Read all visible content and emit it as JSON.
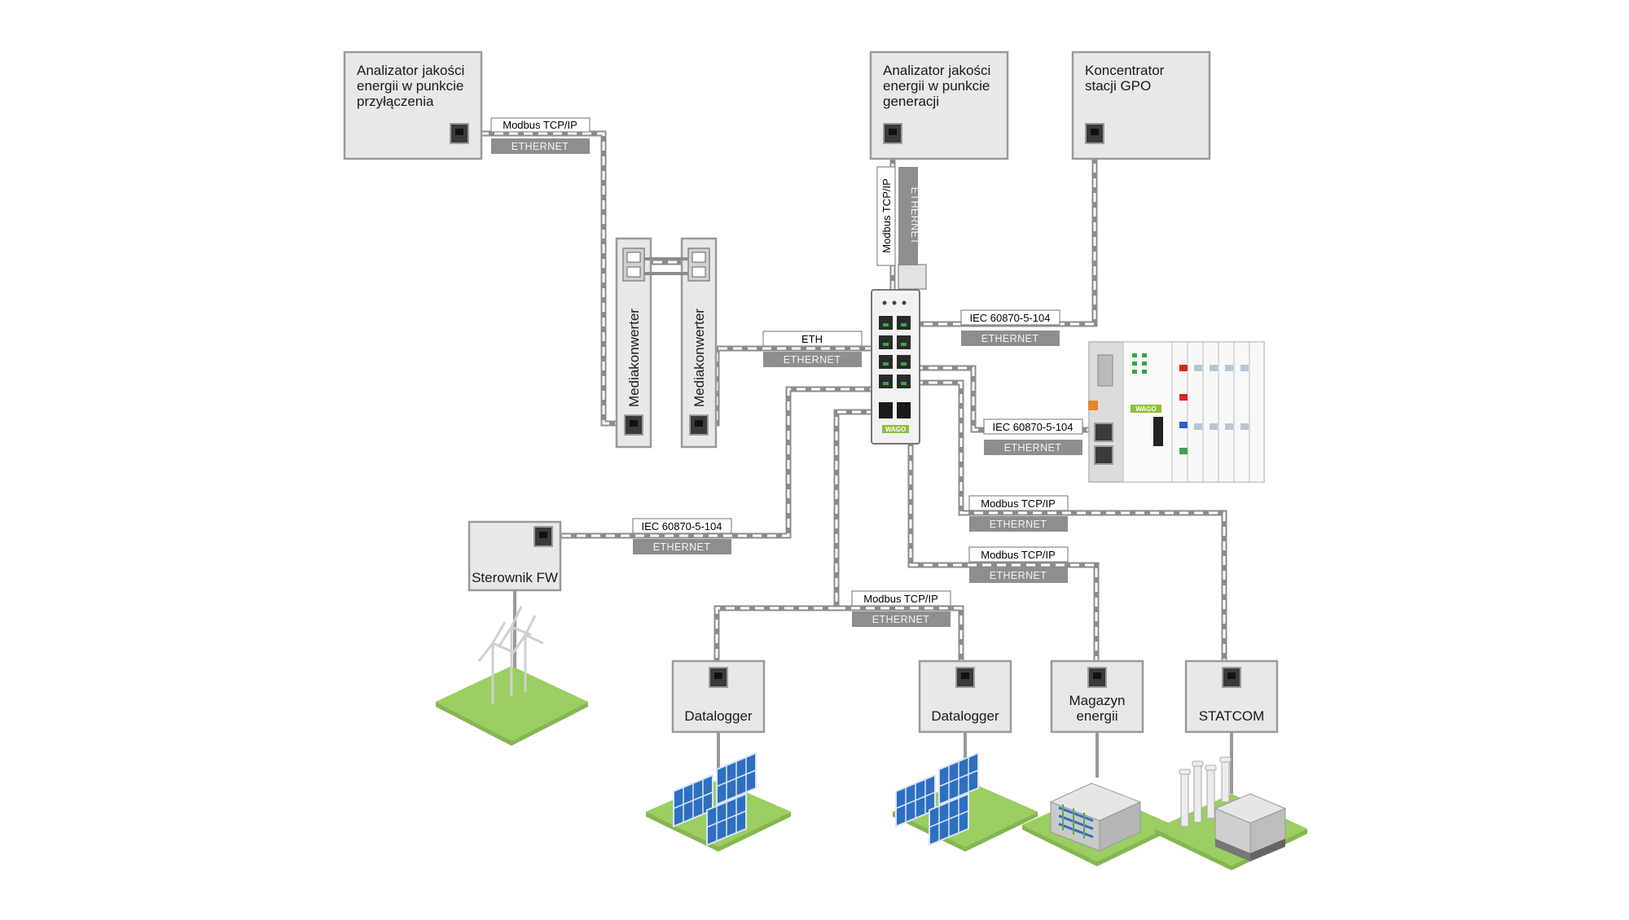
{
  "devices": {
    "pq_connection": "Analizator jakości energii w punkcie przyłączenia",
    "pq_generation": "Analizator jakości energii w punkcie generacji",
    "gpo_concentrator": "Koncentrator stacji GPO",
    "media_converter_1": "Mediakonwerter",
    "media_converter_2": "Mediakonwerter",
    "fw_controller": "Sterownik FW",
    "datalogger_1": "Datalogger",
    "datalogger_2": "Datalogger",
    "energy_storage": "Magazyn energii",
    "statcom": "STATCOM"
  },
  "links": {
    "pq_connection": {
      "protocol": "Modbus TCP/IP",
      "medium": "ETHERNET"
    },
    "pq_generation": {
      "protocol": "Modbus TCP/IP",
      "medium": "ETHERNET"
    },
    "gpo": {
      "protocol": "IEC 60870-5-104",
      "medium": "ETHERNET"
    },
    "media_converter": {
      "protocol": "ETH",
      "medium": "ETHERNET"
    },
    "plc": {
      "protocol": "IEC 60870-5-104",
      "medium": "ETHERNET"
    },
    "fw_controller": {
      "protocol": "IEC 60870-5-104",
      "medium": "ETHERNET"
    },
    "statcom": {
      "protocol": "Modbus TCP/IP",
      "medium": "ETHERNET"
    },
    "energy_storage": {
      "protocol": "Modbus TCP/IP",
      "medium": "ETHERNET"
    },
    "dataloggers": {
      "protocol": "Modbus TCP/IP",
      "medium": "ETHERNET"
    }
  },
  "switch": {
    "brand": "WAGO"
  },
  "plc": {
    "brand": "WAGO"
  },
  "colors": {
    "cable": "#8c8c8c",
    "box": "#e8e8e8",
    "grass": "#9ccd62",
    "solar_panel": "#2f6fc0"
  }
}
